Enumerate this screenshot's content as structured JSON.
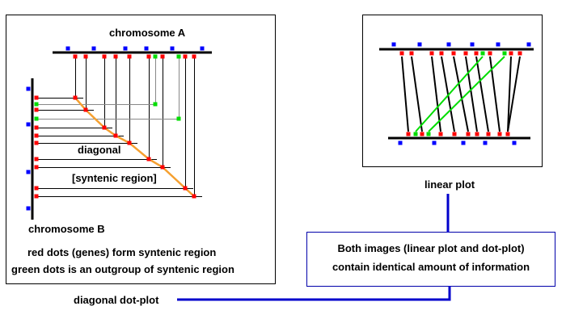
{
  "dotplot": {
    "chromosome_a_label": "chromosome A",
    "chromosome_b_label": "chromosome B",
    "diagonal_label": "diagonal",
    "syntenic_label": "[syntenic region]",
    "caption_line1": "red dots (genes) form syntenic region",
    "caption_line2": "green dots is an outgroup of syntenic region"
  },
  "linearplot": {
    "label": "linear plot"
  },
  "info_box": {
    "line1": "Both images (linear plot and dot-plot)",
    "line2": "contain identical amount of information"
  },
  "bottom_label": "diagonal dot-plot",
  "colors": {
    "gene_red": "#ff0000",
    "outgroup_green": "#00dd00",
    "marker_blue": "#0000ff",
    "diagonal_orange": "#f5a030",
    "connector_blue": "#0000cc",
    "link_black": "#000000",
    "frame": "#000000"
  }
}
